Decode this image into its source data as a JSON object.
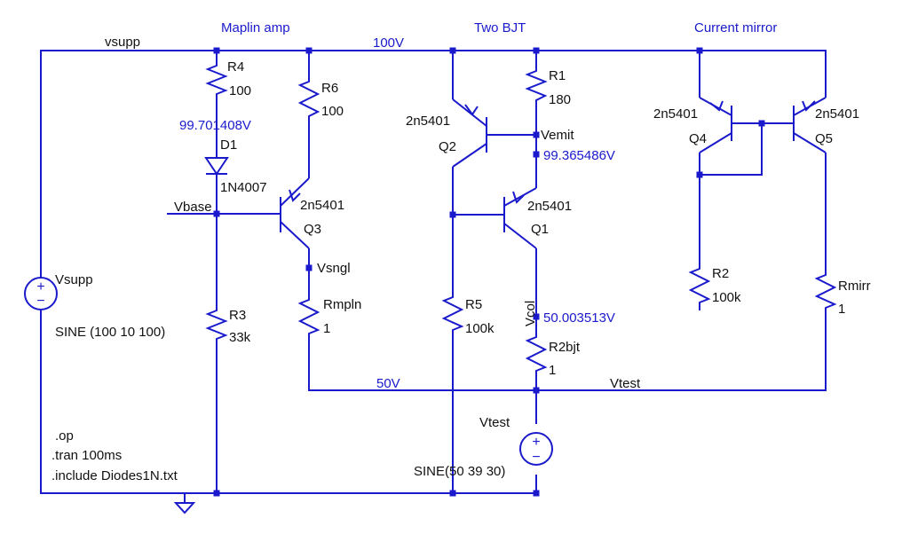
{
  "colors": {
    "wire": "#1a1acc",
    "label": "#111111",
    "note": "#1a1acc",
    "background": "#ffffff"
  },
  "sections": {
    "maplin": "Maplin amp",
    "twobjt": "Two BJT",
    "mirror": "Current mirror"
  },
  "nets": {
    "vsupp": "vsupp",
    "v100": "100V",
    "v50": "50V",
    "vtest": "Vtest",
    "vbase": "Vbase",
    "vsngl": "Vsngl",
    "vemit": "Vemit",
    "vcol": "Vcol"
  },
  "readouts": {
    "d1_anode": "99.701408V",
    "vemit": "99.365486V",
    "vcol": "50.003513V"
  },
  "components": {
    "r4": {
      "name": "R4",
      "value": "100"
    },
    "r6": {
      "name": "R6",
      "value": "100"
    },
    "r1": {
      "name": "R1",
      "value": "180"
    },
    "r3": {
      "name": "R3",
      "value": "33k"
    },
    "rmpln": {
      "name": "Rmpln",
      "value": "1"
    },
    "r5": {
      "name": "R5",
      "value": "100k"
    },
    "r2bjt": {
      "name": "R2bjt",
      "value": "1"
    },
    "r2": {
      "name": "R2",
      "value": "100k"
    },
    "rmirr": {
      "name": "Rmirr",
      "value": "1"
    },
    "d1": {
      "name": "D1",
      "model": "1N4007"
    },
    "q1": {
      "name": "Q1",
      "model": "2n5401"
    },
    "q2": {
      "name": "Q2",
      "model": "2n5401"
    },
    "q3": {
      "name": "Q3",
      "model": "2n5401"
    },
    "q4": {
      "name": "Q4",
      "model": "2n5401"
    },
    "q5": {
      "name": "Q5",
      "model": "2n5401"
    },
    "vsupp_src": {
      "name": "Vsupp",
      "value": "SINE (100 10 100)"
    },
    "vtest_src": {
      "name": "Vtest",
      "value": "SINE(50 39 30)"
    }
  },
  "directives": [
    ".op",
    ".tran 100ms",
    ".include Diodes1N.txt"
  ],
  "source_signs": {
    "plus": "+",
    "minus": "−"
  },
  "icons": {
    "ground": "ground-icon",
    "sources": "voltage-source-icon"
  }
}
